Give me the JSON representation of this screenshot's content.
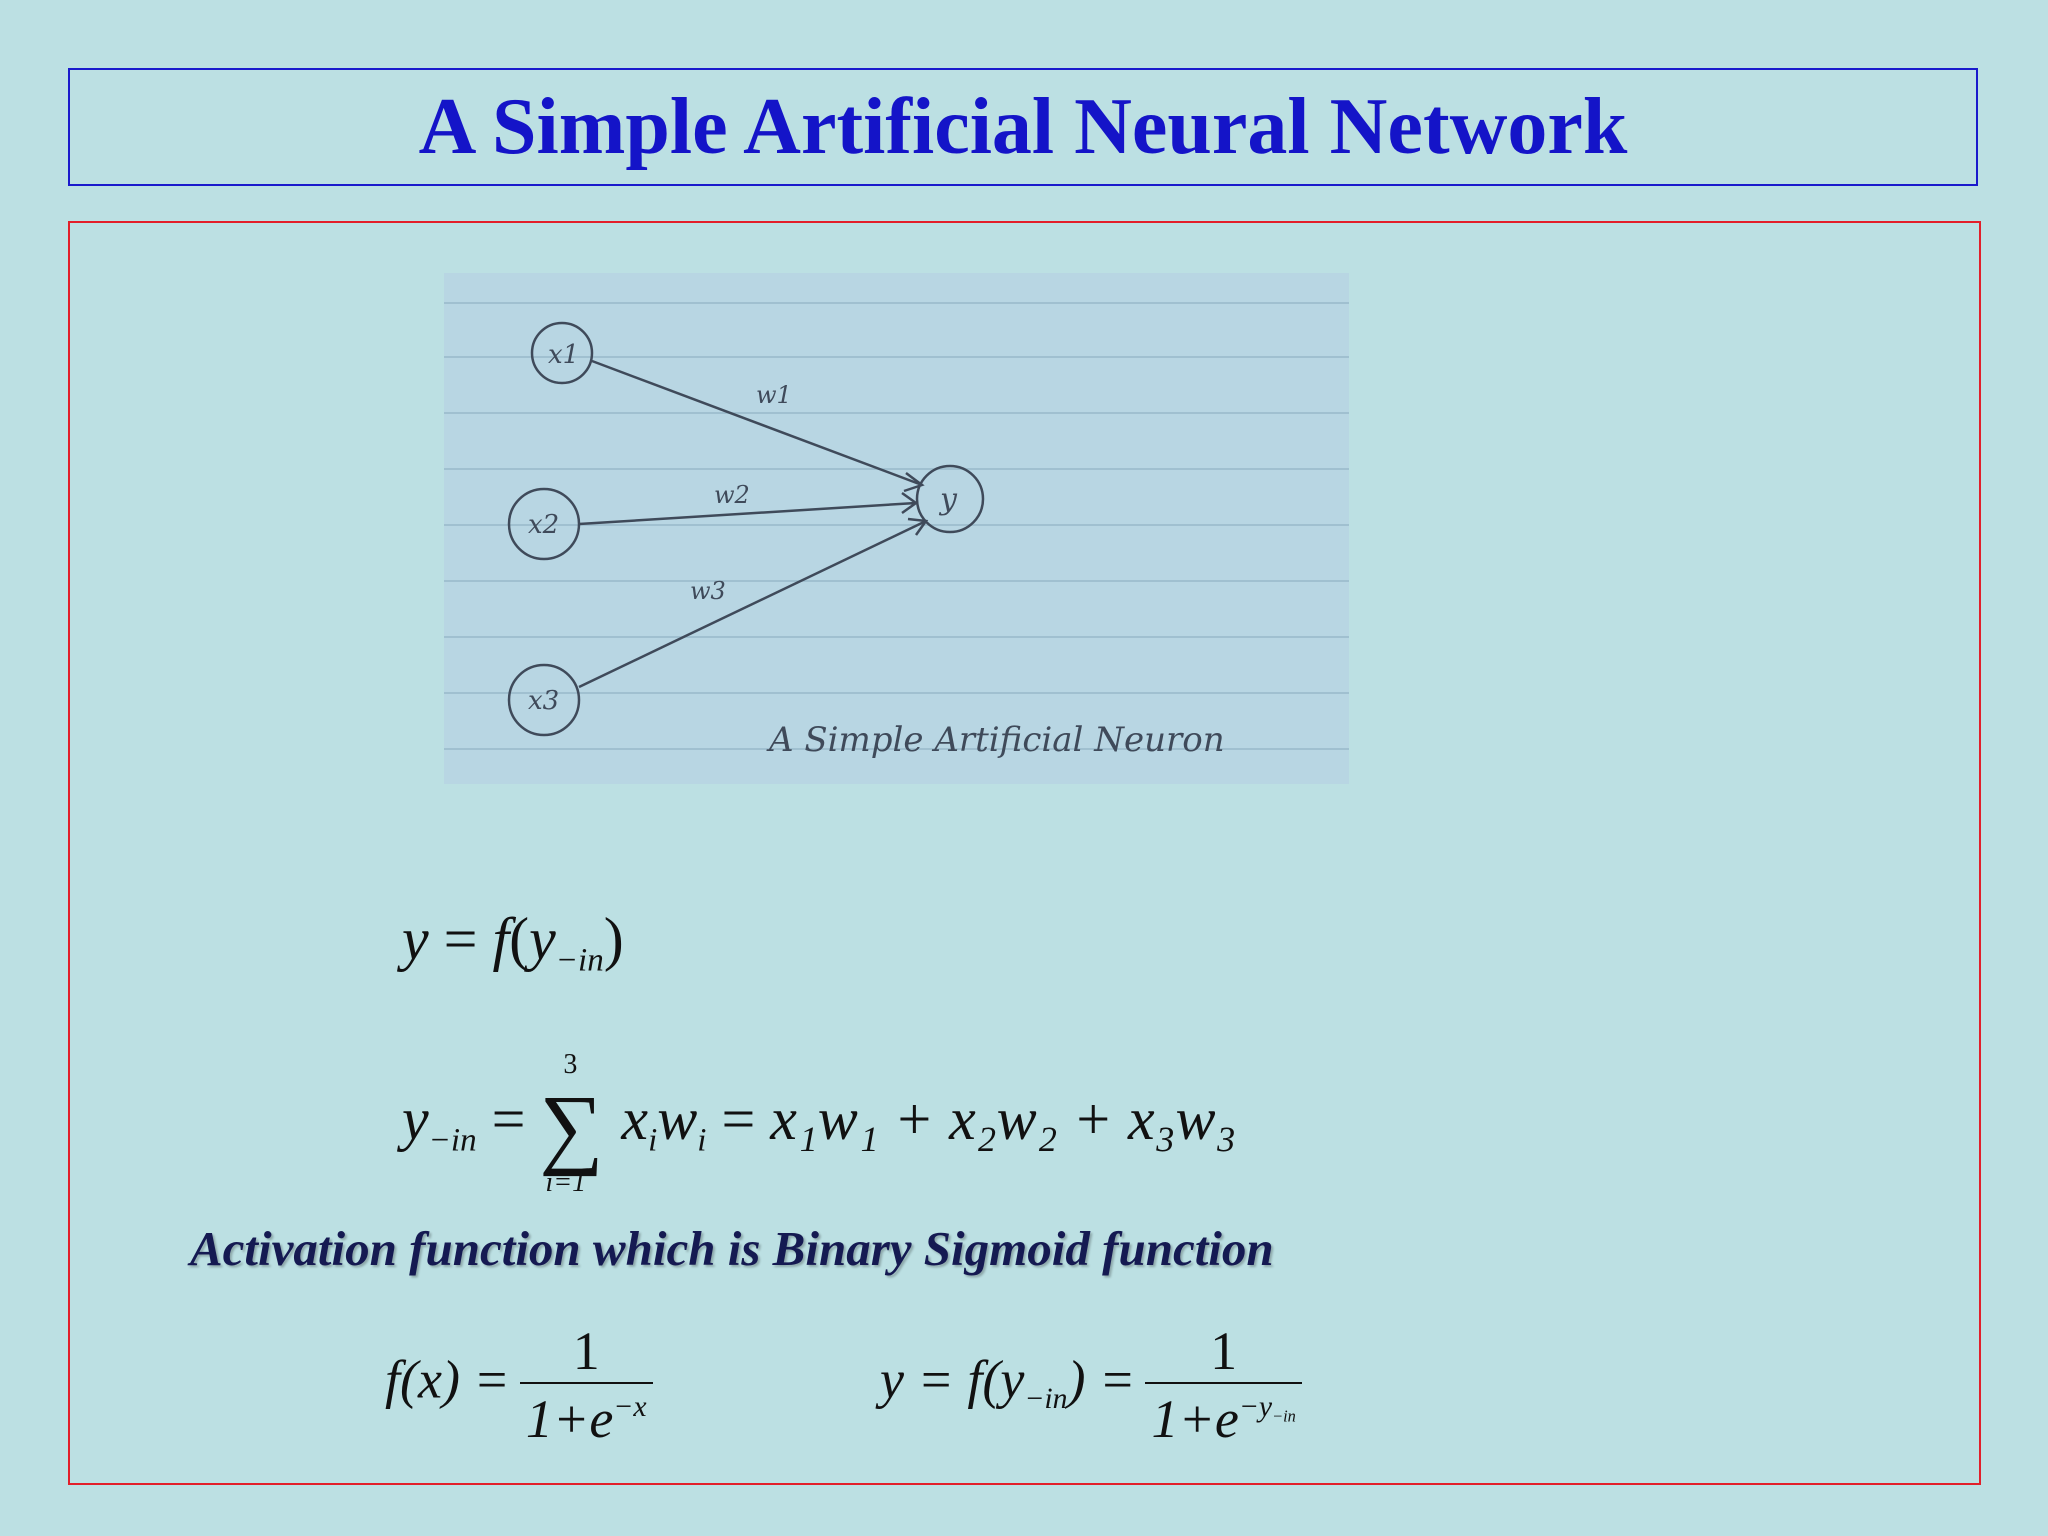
{
  "title": "A Simple Artificial Neural Network",
  "diagram": {
    "nodes": {
      "x1": "x1",
      "x2": "x2",
      "x3": "x3",
      "y": "y"
    },
    "weights": {
      "w1": "w1",
      "w2": "w2",
      "w3": "w3"
    },
    "caption": "A Simple Artificial Neuron"
  },
  "equations": {
    "eq1": {
      "lhs": "y",
      "equals": "=",
      "f": "f",
      "lparen": "(",
      "arg": "y",
      "arg_sub": "−in",
      "rparen": ")"
    },
    "eq2": {
      "lhs": "y",
      "lhs_sub": "−in",
      "eq_a": "=",
      "sum_upper": "3",
      "sum_symbol": "∑",
      "sum_lower": "i=1",
      "x": "x",
      "x_sub": "i",
      "w": "w",
      "w_sub": "i",
      "eq_b": "=",
      "rhs": "x₁w₁ + x₂w₂ + x₃w₃"
    },
    "eq3": {
      "lhs": "f(x) =",
      "numerator": "1",
      "den_base": "1+e",
      "den_exp": "−x"
    },
    "eq4": {
      "lhs": "y = f(y",
      "lhs_sub": "−in",
      "lhs_end": ") =",
      "numerator": "1",
      "den_base": "1+e",
      "den_exp": "−y",
      "den_exp_sub": "−in"
    }
  },
  "activation_text": "Activation function which is Binary Sigmoid function",
  "colors": {
    "background": "#bce0e3",
    "title": "#1414c8",
    "title_border": "#1a1acc",
    "content_border": "#e21f2a"
  }
}
